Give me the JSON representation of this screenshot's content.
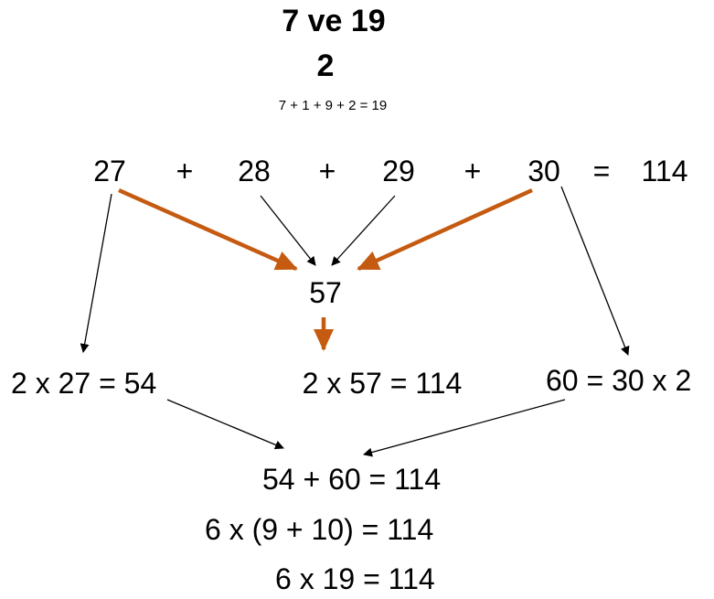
{
  "title": "7  ve 19",
  "subtitle": "2",
  "digit_sum": "7 + 1 + 9 + 2 = 19",
  "top_row": {
    "n1": "27",
    "plus1": "+",
    "n2": "28",
    "plus2": "+",
    "n3": "29",
    "plus3": "+",
    "n4": "30",
    "eq": "=",
    "total": "114"
  },
  "middle": "57",
  "left_product": "2 x 27 = 54",
  "center_product": "2 x 57 = 114",
  "right_product": "60 = 30 x 2",
  "sum_line": "54 + 60  = 114",
  "factor_line": "6 x (9 + 10)  = 114",
  "final_line": "6 x 19   = 114",
  "colors": {
    "thin_arrow": "#000000",
    "thick_arrow": "#c55a11",
    "text": "#000000"
  }
}
